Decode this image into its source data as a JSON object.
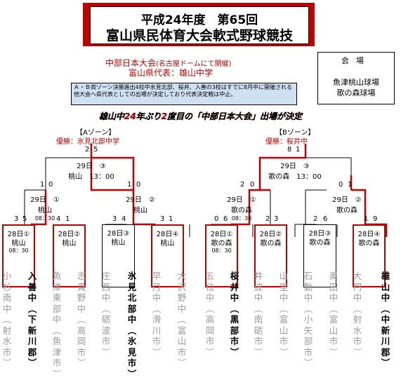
{
  "title": {
    "line1": "平成24年度　第65回",
    "line2": "富山県民体育大会軟式野球競技"
  },
  "rep": {
    "line1_main": "中部日本大会",
    "line1_sub": "(名古屋ドームにて開催)",
    "line2": "富山県代表：雄山中学",
    "note": "Ａ・Ｂ両ゾーン決勝進出4校中氷見北部、桜井、入善の3校はすでに8月中に開催される他大会へ県代表としての出場が決定しており代表決定戦は中止。"
  },
  "venue": {
    "label": "会場",
    "v1": "魚津桃山球場",
    "v2": "歌の森球場"
  },
  "headline": "雄山中24年ぶり2度目の「中部日本大会」出場が決定",
  "zone_a": {
    "label": "【Aゾーン】",
    "winner": "優勝：氷見北部中学",
    "final_score": [
      "2",
      "5"
    ],
    "final_info": [
      "29日　③",
      "桃山　13：00"
    ],
    "semi_left": {
      "score": [
        "1",
        "0"
      ],
      "info": [
        "29日　①",
        "桃山",
        "08：30"
      ]
    },
    "semi_right": {
      "score": [
        "1",
        "0"
      ],
      "info": [
        "29日　②",
        "桃山"
      ]
    },
    "first_round": [
      {
        "info": [
          "28日①",
          "桃山",
          "08：30"
        ],
        "score": [
          "3",
          "5"
        ]
      },
      {
        "info": [
          "28日②",
          "桃山"
        ],
        "score": [
          "4",
          "1"
        ]
      },
      {
        "info": [
          "28日③",
          "桃山"
        ],
        "score": [
          "3",
          "4"
        ]
      },
      {
        "info": [
          "28日④",
          "桃山"
        ],
        "score": [
          "3",
          "1"
        ]
      }
    ]
  },
  "zone_b": {
    "label": "【Bゾーン】",
    "winner": "優勝：桜井中",
    "final_score": [
      "8",
      "1"
    ],
    "final_info": [
      "29日　③",
      "歌の森　13：00"
    ],
    "semi_left": {
      "score": [
        "2",
        "0"
      ],
      "info": [
        "29日　①",
        "歌の森",
        "08：30"
      ]
    },
    "semi_right": {
      "score": [
        "0",
        "1"
      ],
      "info": [
        "29日　②",
        "歌の森"
      ]
    },
    "first_round": [
      {
        "info": [
          "28日①",
          "歌の森",
          "08：30"
        ],
        "score": [
          "0",
          "6"
        ]
      },
      {
        "info": [
          "28日②",
          "歌の森"
        ],
        "score": [
          "2",
          "3"
        ]
      },
      {
        "info": [
          "28日③",
          "歌の森"
        ],
        "score": [
          "2",
          "6"
        ]
      },
      {
        "info": [
          "28日④",
          "歌の森"
        ],
        "score": [
          "1",
          "9"
        ]
      }
    ]
  },
  "teams": [
    {
      "name": "小杉南中（射水市）",
      "winner": false
    },
    {
      "name": "入善中（下新川郡）",
      "winner": true
    },
    {
      "name": "魚津東部中（魚津市）",
      "winner": false
    },
    {
      "name": "志貴野中（高岡市）",
      "winner": false
    },
    {
      "name": "庄西中（砺波市）",
      "winner": false
    },
    {
      "name": "氷見北部中（氷見市）",
      "winner": true
    },
    {
      "name": "早月中（滑川市）",
      "winner": false
    },
    {
      "name": "大沢野中（富山市）",
      "winner": false
    },
    {
      "name": "五位中（高岡市）",
      "winner": false
    },
    {
      "name": "桜井中（黒部市）",
      "winner": true
    },
    {
      "name": "井波中（南砺市）",
      "winner": false
    },
    {
      "name": "山室中（富山市）",
      "winner": false
    },
    {
      "name": "石動中（小矢部市）",
      "winner": false
    },
    {
      "name": "奥田中（富山市）",
      "winner": false
    },
    {
      "name": "大門中（射水市）",
      "winner": false
    },
    {
      "name": "雄山中（中新川郡）",
      "winner": true
    }
  ],
  "colors": {
    "accent_red": "#c00000",
    "note_bg": "#cfe0f2",
    "loser_gray": "#999999"
  }
}
